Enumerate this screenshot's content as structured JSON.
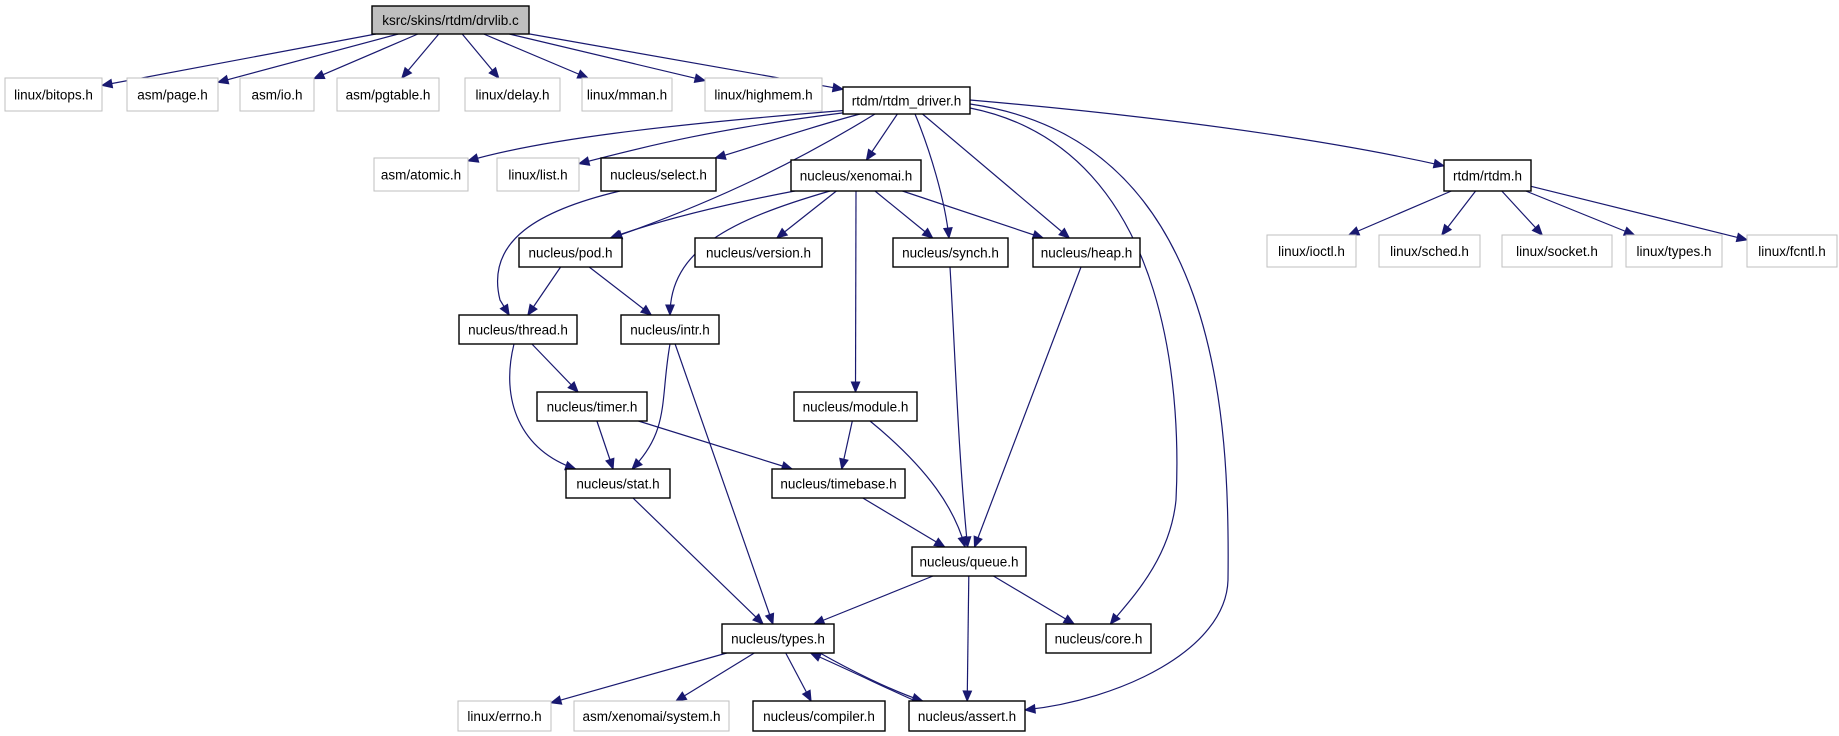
{
  "graph": {
    "nodes": [
      {
        "id": "root",
        "label": "ksrc/skins/rtdm/drvlib.c",
        "kind": "root"
      },
      {
        "id": "bitops",
        "label": "linux/bitops.h",
        "kind": "external"
      },
      {
        "id": "page",
        "label": "asm/page.h",
        "kind": "external"
      },
      {
        "id": "io",
        "label": "asm/io.h",
        "kind": "external"
      },
      {
        "id": "pgtable",
        "label": "asm/pgtable.h",
        "kind": "external"
      },
      {
        "id": "delay",
        "label": "linux/delay.h",
        "kind": "external"
      },
      {
        "id": "mman",
        "label": "linux/mman.h",
        "kind": "external"
      },
      {
        "id": "highmem",
        "label": "linux/highmem.h",
        "kind": "external"
      },
      {
        "id": "rtdm_driver",
        "label": "rtdm/rtdm_driver.h",
        "kind": "internal"
      },
      {
        "id": "atomic",
        "label": "asm/atomic.h",
        "kind": "external"
      },
      {
        "id": "list",
        "label": "linux/list.h",
        "kind": "external"
      },
      {
        "id": "select",
        "label": "nucleus/select.h",
        "kind": "internal"
      },
      {
        "id": "xenomai",
        "label": "nucleus/xenomai.h",
        "kind": "internal"
      },
      {
        "id": "rtdm",
        "label": "rtdm/rtdm.h",
        "kind": "internal"
      },
      {
        "id": "ioctl",
        "label": "linux/ioctl.h",
        "kind": "external"
      },
      {
        "id": "sched",
        "label": "linux/sched.h",
        "kind": "external"
      },
      {
        "id": "socket",
        "label": "linux/socket.h",
        "kind": "external"
      },
      {
        "id": "ltypes",
        "label": "linux/types.h",
        "kind": "external"
      },
      {
        "id": "fcntl",
        "label": "linux/fcntl.h",
        "kind": "external"
      },
      {
        "id": "pod",
        "label": "nucleus/pod.h",
        "kind": "internal"
      },
      {
        "id": "version",
        "label": "nucleus/version.h",
        "kind": "internal"
      },
      {
        "id": "synch",
        "label": "nucleus/synch.h",
        "kind": "internal"
      },
      {
        "id": "heap",
        "label": "nucleus/heap.h",
        "kind": "internal"
      },
      {
        "id": "thread",
        "label": "nucleus/thread.h",
        "kind": "internal"
      },
      {
        "id": "intr",
        "label": "nucleus/intr.h",
        "kind": "internal"
      },
      {
        "id": "timer",
        "label": "nucleus/timer.h",
        "kind": "internal"
      },
      {
        "id": "module",
        "label": "nucleus/module.h",
        "kind": "internal"
      },
      {
        "id": "stat",
        "label": "nucleus/stat.h",
        "kind": "internal"
      },
      {
        "id": "timebase",
        "label": "nucleus/timebase.h",
        "kind": "internal"
      },
      {
        "id": "queue",
        "label": "nucleus/queue.h",
        "kind": "internal"
      },
      {
        "id": "ntypes",
        "label": "nucleus/types.h",
        "kind": "internal"
      },
      {
        "id": "core",
        "label": "nucleus/core.h",
        "kind": "internal"
      },
      {
        "id": "errno",
        "label": "linux/errno.h",
        "kind": "external"
      },
      {
        "id": "system",
        "label": "asm/xenomai/system.h",
        "kind": "external"
      },
      {
        "id": "compiler",
        "label": "nucleus/compiler.h",
        "kind": "internal"
      },
      {
        "id": "assert",
        "label": "nucleus/assert.h",
        "kind": "internal"
      }
    ],
    "edges": [
      [
        "root",
        "bitops"
      ],
      [
        "root",
        "page"
      ],
      [
        "root",
        "io"
      ],
      [
        "root",
        "pgtable"
      ],
      [
        "root",
        "delay"
      ],
      [
        "root",
        "mman"
      ],
      [
        "root",
        "highmem"
      ],
      [
        "root",
        "rtdm_driver"
      ],
      [
        "rtdm_driver",
        "atomic"
      ],
      [
        "rtdm_driver",
        "list"
      ],
      [
        "rtdm_driver",
        "select"
      ],
      [
        "rtdm_driver",
        "xenomai"
      ],
      [
        "rtdm_driver",
        "pod"
      ],
      [
        "rtdm_driver",
        "synch"
      ],
      [
        "rtdm_driver",
        "heap"
      ],
      [
        "rtdm_driver",
        "core"
      ],
      [
        "rtdm_driver",
        "assert"
      ],
      [
        "rtdm_driver",
        "rtdm"
      ],
      [
        "rtdm",
        "ioctl"
      ],
      [
        "rtdm",
        "sched"
      ],
      [
        "rtdm",
        "socket"
      ],
      [
        "rtdm",
        "ltypes"
      ],
      [
        "rtdm",
        "fcntl"
      ],
      [
        "select",
        "thread"
      ],
      [
        "xenomai",
        "pod"
      ],
      [
        "xenomai",
        "intr"
      ],
      [
        "xenomai",
        "version"
      ],
      [
        "xenomai",
        "synch"
      ],
      [
        "xenomai",
        "heap"
      ],
      [
        "xenomai",
        "module"
      ],
      [
        "pod",
        "thread"
      ],
      [
        "pod",
        "intr"
      ],
      [
        "thread",
        "timer"
      ],
      [
        "thread",
        "stat"
      ],
      [
        "intr",
        "stat"
      ],
      [
        "intr",
        "ntypes"
      ],
      [
        "timer",
        "stat"
      ],
      [
        "timer",
        "timebase"
      ],
      [
        "module",
        "timebase"
      ],
      [
        "module",
        "queue"
      ],
      [
        "synch",
        "queue"
      ],
      [
        "heap",
        "queue"
      ],
      [
        "timebase",
        "queue"
      ],
      [
        "stat",
        "ntypes"
      ],
      [
        "queue",
        "ntypes"
      ],
      [
        "queue",
        "core"
      ],
      [
        "queue",
        "assert"
      ],
      [
        "ntypes",
        "errno"
      ],
      [
        "ntypes",
        "system"
      ],
      [
        "ntypes",
        "compiler"
      ],
      [
        "ntypes",
        "assert"
      ],
      [
        "assert",
        "ntypes"
      ]
    ]
  }
}
